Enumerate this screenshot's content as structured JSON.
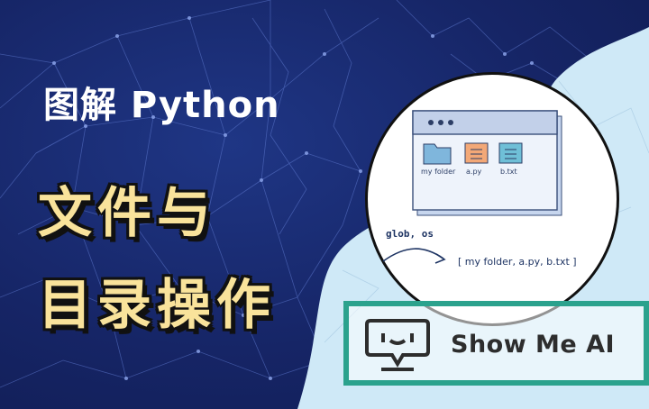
{
  "title": {
    "line1": "图解 Python",
    "line2": "文件与",
    "line3": "目录操作"
  },
  "illustration": {
    "files": [
      {
        "name": "my folder",
        "icon": "folder-icon",
        "color": "#7fb6dc"
      },
      {
        "name": "a.py",
        "icon": "file-icon",
        "color": "#f3a877"
      },
      {
        "name": "b.txt",
        "icon": "file-icon",
        "color": "#6fbfd7"
      }
    ],
    "command": "glob, os",
    "result": "[ my folder, a.py, b.txt ]"
  },
  "brand": {
    "name": "Show Me AI",
    "accent": "#2ba28d"
  },
  "colors": {
    "background": "#162566",
    "title_yellow": "#f9e39b",
    "light_blob": "#cfe9f7"
  }
}
